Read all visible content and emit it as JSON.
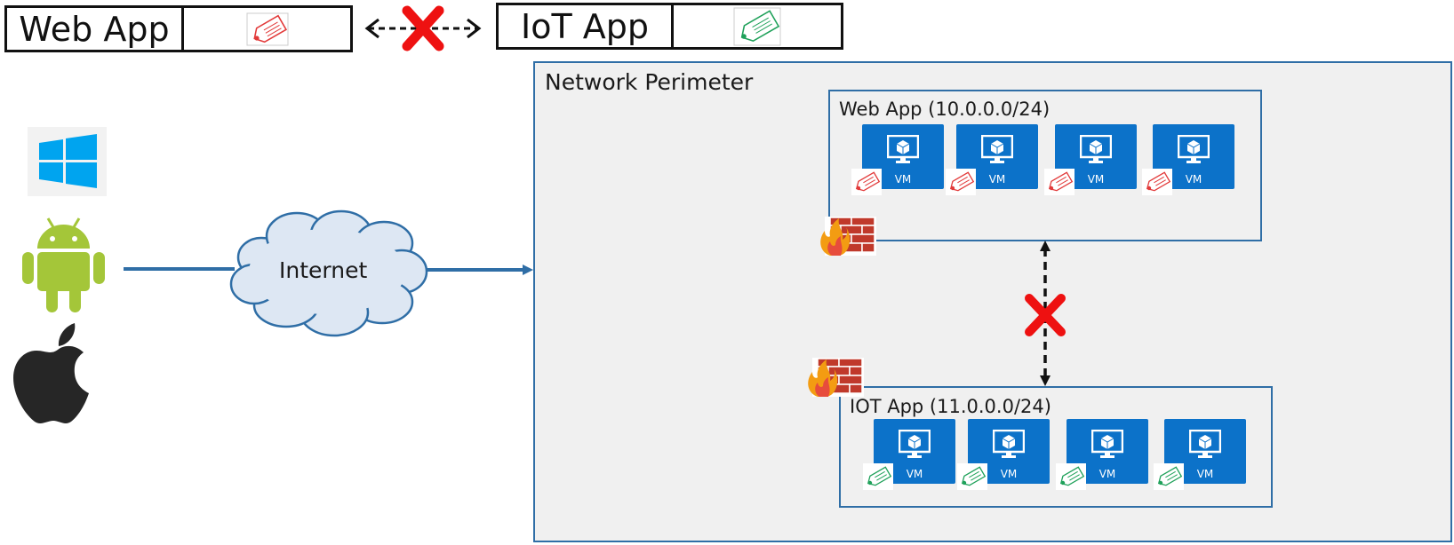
{
  "legend": {
    "web_label": "Web App",
    "iot_label": "IoT App",
    "web_tag_color": "#e23a3a",
    "iot_tag_color": "#1fa15a",
    "blocked_icon": "red-x-icon"
  },
  "clients": [
    {
      "name": "windows-logo-icon"
    },
    {
      "name": "android-logo-icon"
    },
    {
      "name": "apple-logo-icon"
    }
  ],
  "internet": {
    "label": "Internet"
  },
  "perimeter": {
    "title": "Network Perimeter",
    "web_subnet": {
      "title": "Web App (10.0.0.0/24)",
      "vm_label": "VM",
      "vm_count": 4
    },
    "iot_subnet": {
      "title": "IOT App (11.0.0.0/24)",
      "vm_label": "VM",
      "vm_count": 4
    },
    "firewall_icon": "firewall-icon",
    "blocked_icon": "red-x-icon"
  },
  "colors": {
    "vm_blue": "#0c72c9",
    "border_blue": "#2f6ea6",
    "perimeter_bg": "#f0f0f0",
    "cloud_fill": "#dde7f3",
    "blocked_red": "#ee1111"
  }
}
